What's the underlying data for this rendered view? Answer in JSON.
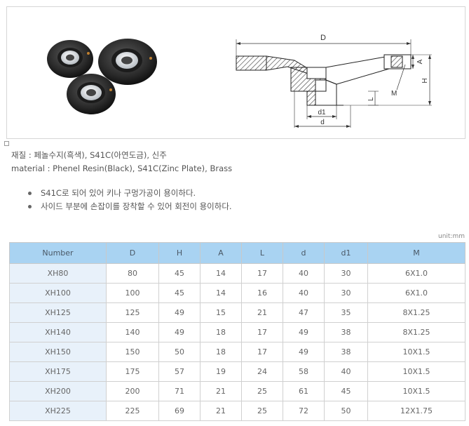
{
  "drawing": {
    "label_D": "D",
    "label_A": "A",
    "label_H": "H",
    "label_M": "M",
    "label_L": "L",
    "label_d1": "d1",
    "label_d": "d"
  },
  "material": {
    "korean": "재질 : 페놀수지(흑색), S41C(아연도금), 신주",
    "english": "material : Phenel Resin(Black), S41C(Zinc Plate), Brass"
  },
  "features": [
    "S41C로 되어 있어 키나 구멍가공이 용이하다.",
    "사이드 부분에 손잡이를 장착할 수 있어 회전이 용이하다."
  ],
  "unit": "unit:mm",
  "table": {
    "headers": [
      "Number",
      "D",
      "H",
      "A",
      "L",
      "d",
      "d1",
      "M"
    ],
    "rows": [
      [
        "XH80",
        "80",
        "45",
        "14",
        "17",
        "40",
        "30",
        "6X1.0"
      ],
      [
        "XH100",
        "100",
        "45",
        "14",
        "16",
        "40",
        "30",
        "6X1.0"
      ],
      [
        "XH125",
        "125",
        "49",
        "15",
        "21",
        "47",
        "35",
        "8X1.25"
      ],
      [
        "XH140",
        "140",
        "49",
        "18",
        "17",
        "49",
        "38",
        "8X1.25"
      ],
      [
        "XH150",
        "150",
        "50",
        "18",
        "17",
        "49",
        "38",
        "10X1.5"
      ],
      [
        "XH175",
        "175",
        "57",
        "19",
        "24",
        "58",
        "40",
        "10X1.5"
      ],
      [
        "XH200",
        "200",
        "71",
        "21",
        "25",
        "61",
        "45",
        "10X1.5"
      ],
      [
        "XH225",
        "225",
        "69",
        "21",
        "25",
        "72",
        "50",
        "12X1.75"
      ]
    ]
  }
}
